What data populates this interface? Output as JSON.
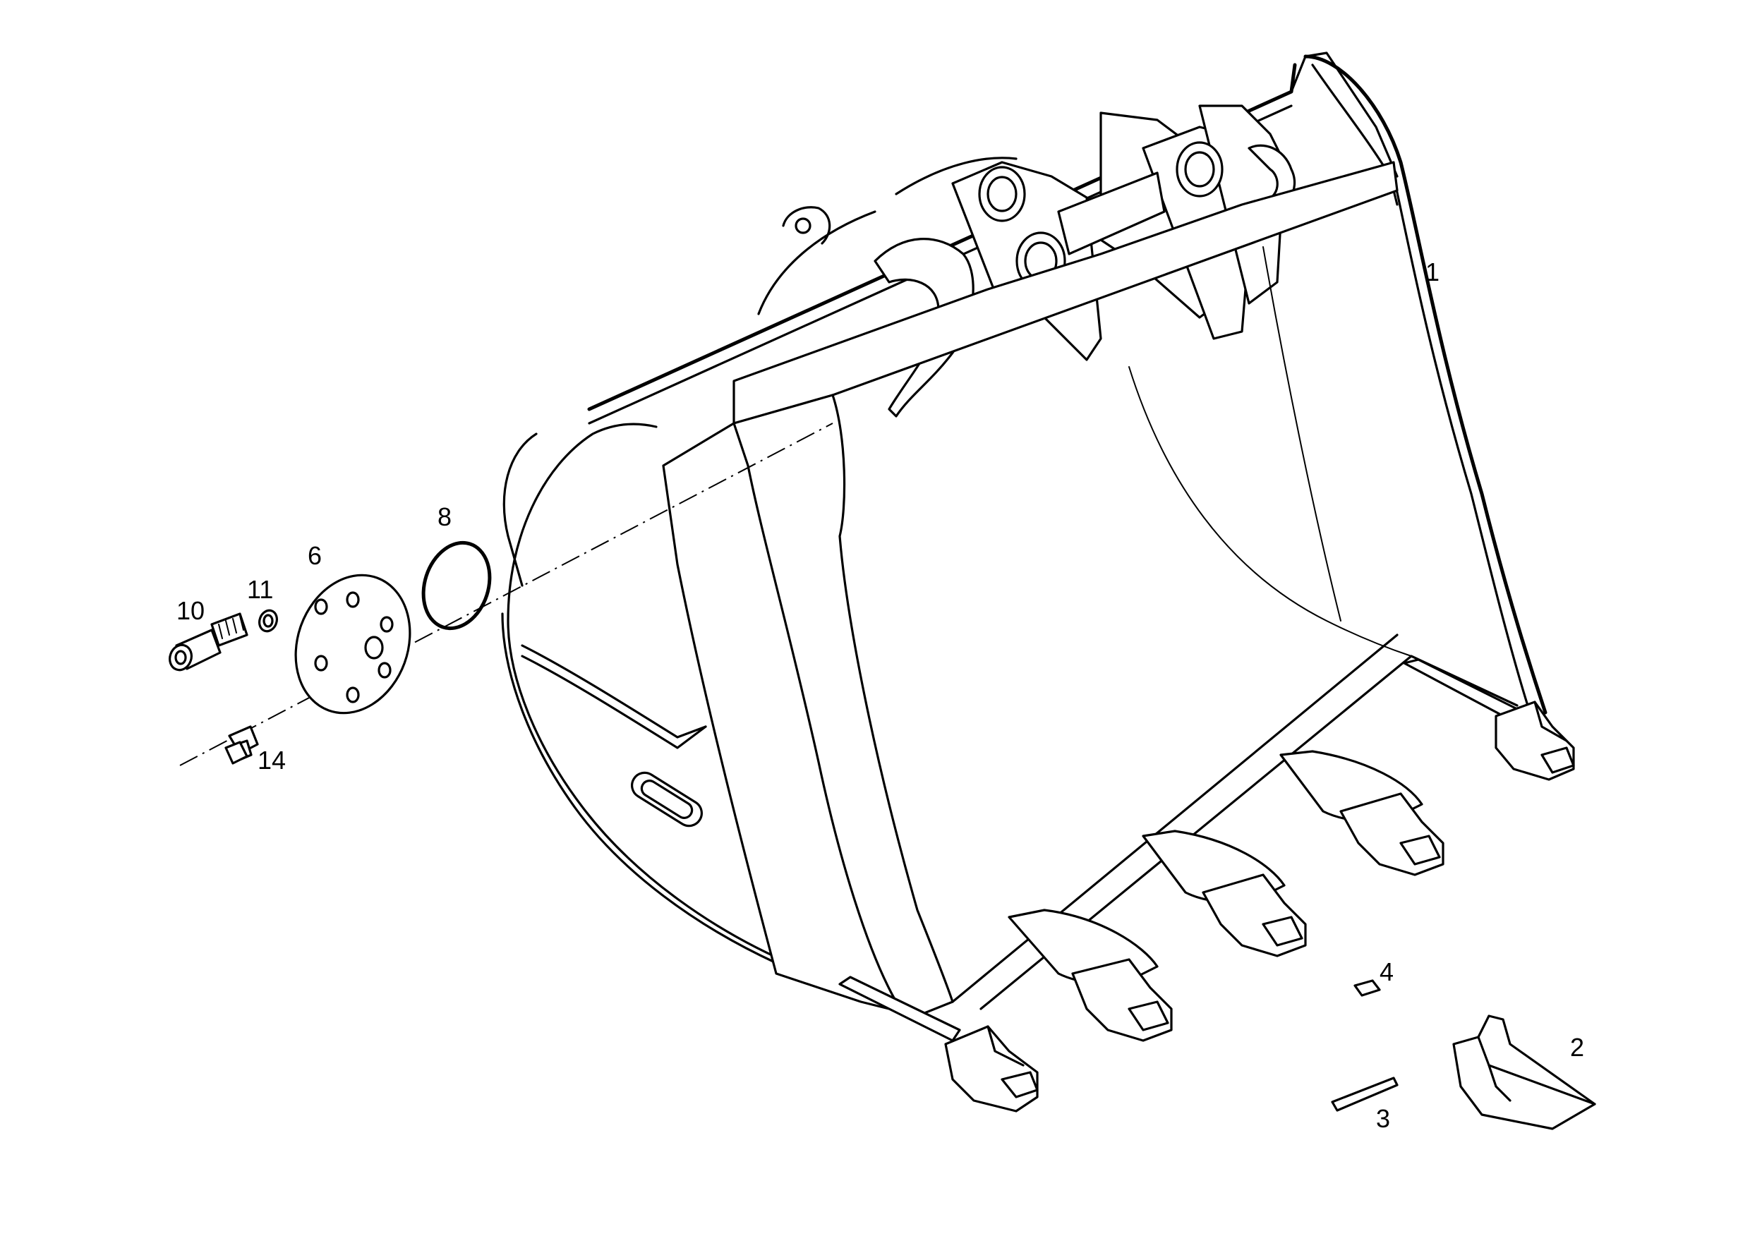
{
  "callouts": {
    "c1": "1",
    "c2": "2",
    "c3": "3",
    "c4": "4",
    "c6": "6",
    "c8": "8",
    "c10": "10",
    "c11": "11",
    "c14": "14"
  }
}
